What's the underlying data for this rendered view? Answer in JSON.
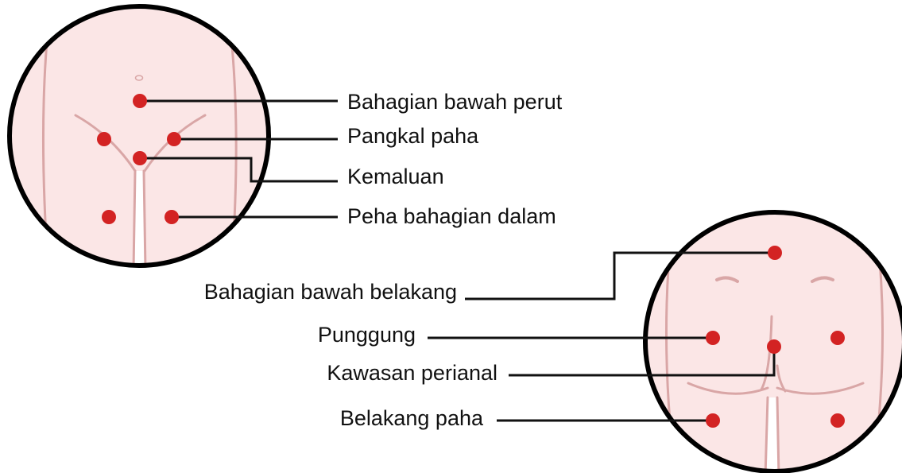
{
  "colors": {
    "skin": "#fbe6e6",
    "outline": "#d9a6a6",
    "ring": "#000000",
    "dot": "#d32323",
    "leader": "#111111",
    "text": "#111111"
  },
  "front_view": {
    "labels": {
      "lower_abdomen": "Bahagian bawah perut",
      "groin": "Pangkal paha",
      "genitals": "Kemaluan",
      "inner_thigh": "Peha bahagian dalam"
    }
  },
  "back_view": {
    "labels": {
      "lower_back": "Bahagian bawah belakang",
      "buttocks": "Punggung",
      "perianal": "Kawasan perianal",
      "back_thigh": "Belakang paha"
    }
  }
}
